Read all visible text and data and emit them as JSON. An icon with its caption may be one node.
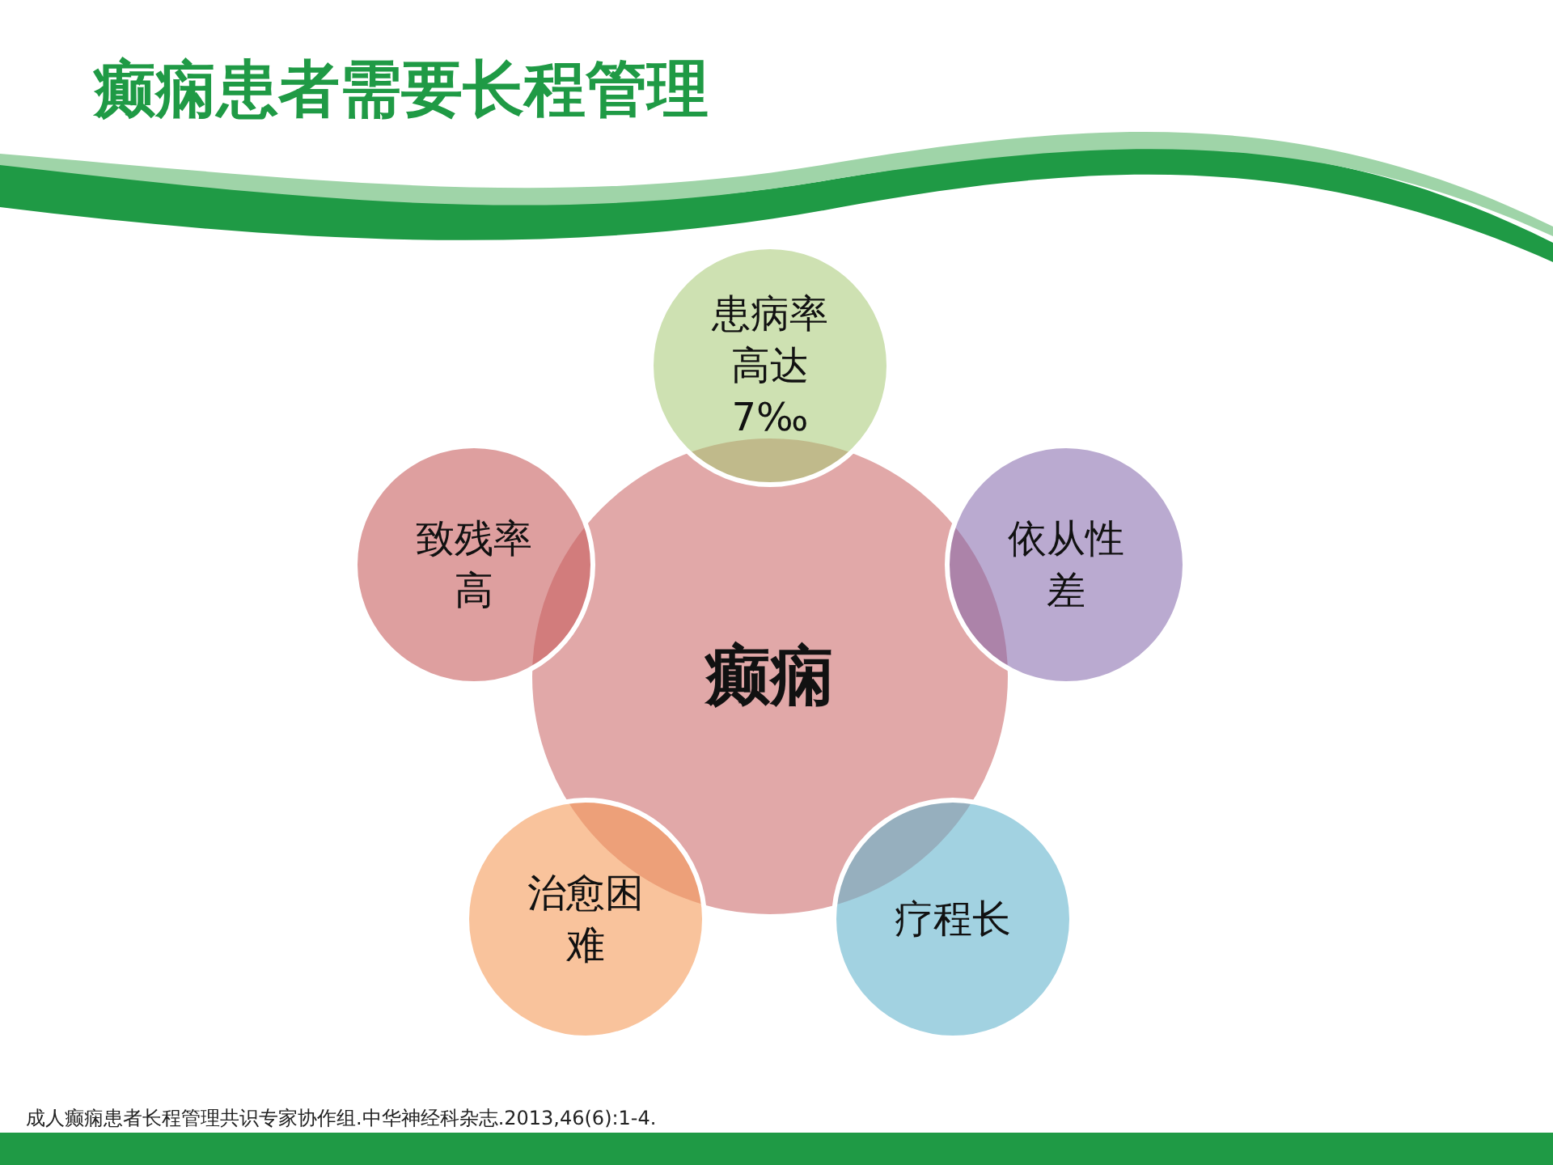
{
  "diagram": {
    "title": "癫痫患者需要长程管理",
    "nodes": [
      {
        "text": [
          "癫痫"
        ]
      },
      {
        "text": [
          "患病率高达7‰"
        ]
      },
      {
        "text": [
          "依从性差"
        ]
      },
      {
        "text": [
          "疗程长"
        ]
      },
      {
        "text": [
          "治愈困难"
        ]
      },
      {
        "text": [
          "致残率高"
        ]
      }
    ],
    "labels": [
      "成人癫痫患者长程管理共识专家协作组.中华神经科杂志.2013,46(6):1-4."
    ]
  }
}
